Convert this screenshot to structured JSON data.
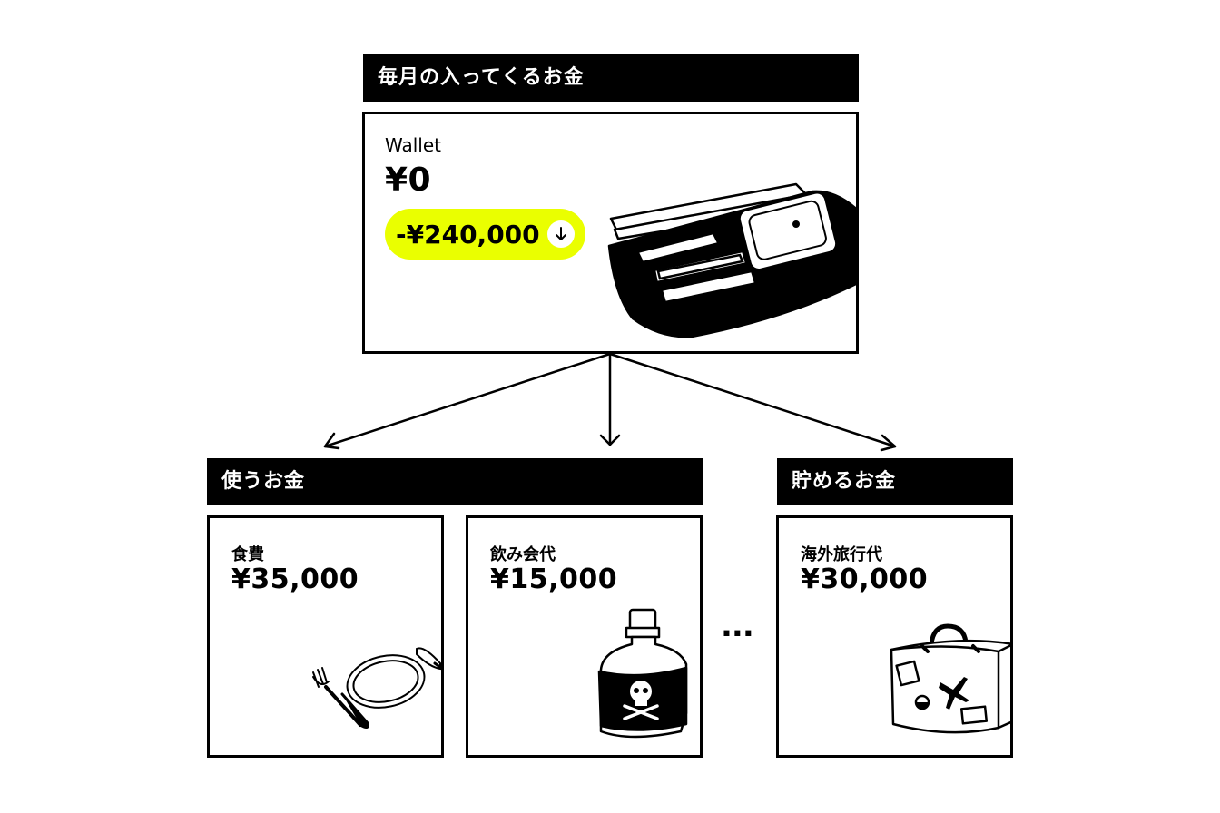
{
  "income": {
    "header": "毎月の入ってくるお金",
    "wallet_label": "Wallet",
    "wallet_amount": "¥0",
    "outflow": "-¥240,000",
    "outflow_icon": "arrow-down-icon"
  },
  "spending": {
    "header": "使うお金",
    "items": [
      {
        "label": "食費",
        "amount": "¥35,000",
        "icon": "plate-fork-knife-icon"
      },
      {
        "label": "飲み会代",
        "amount": "¥15,000",
        "icon": "poison-bottle-icon"
      }
    ]
  },
  "ellipsis": "...",
  "saving": {
    "header": "貯めるお金",
    "items": [
      {
        "label": "海外旅行代",
        "amount": "¥30,000",
        "icon": "suitcase-icon"
      }
    ]
  },
  "colors": {
    "accent": "#eaff00",
    "ink": "#000000",
    "paper": "#ffffff"
  }
}
